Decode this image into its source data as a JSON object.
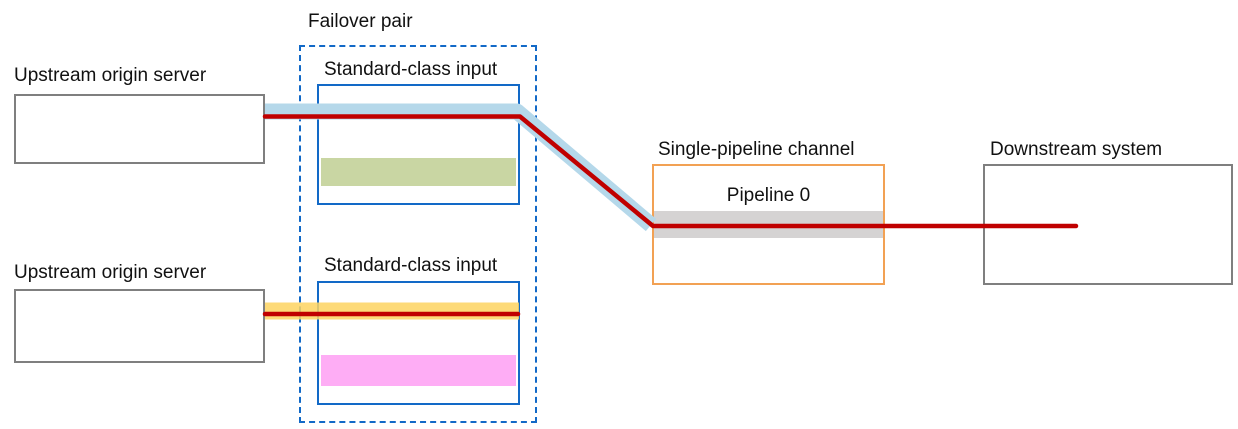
{
  "diagram": {
    "failover_pair": {
      "label": "Failover pair"
    },
    "upstream_servers": [
      {
        "label": "Upstream origin server"
      },
      {
        "label": "Upstream origin server"
      }
    ],
    "inputs": [
      {
        "label": "Standard-class input"
      },
      {
        "label": "Standard-class input"
      }
    ],
    "channel": {
      "label": "Single-pipeline channel",
      "pipeline_label": "Pipeline 0"
    },
    "downstream": {
      "label": "Downstream system"
    },
    "colors": {
      "red_path": "#c00000",
      "blue_highlight": "#b5d8ea",
      "yellow_highlight": "#fdd461",
      "green_band": "#c9d6a3",
      "pink_band": "#feadf5",
      "gray_band": "#d5d3d3",
      "blue_border": "#1269c7",
      "orange_border": "#f2a154",
      "gray_border": "#7f7f7f"
    }
  }
}
